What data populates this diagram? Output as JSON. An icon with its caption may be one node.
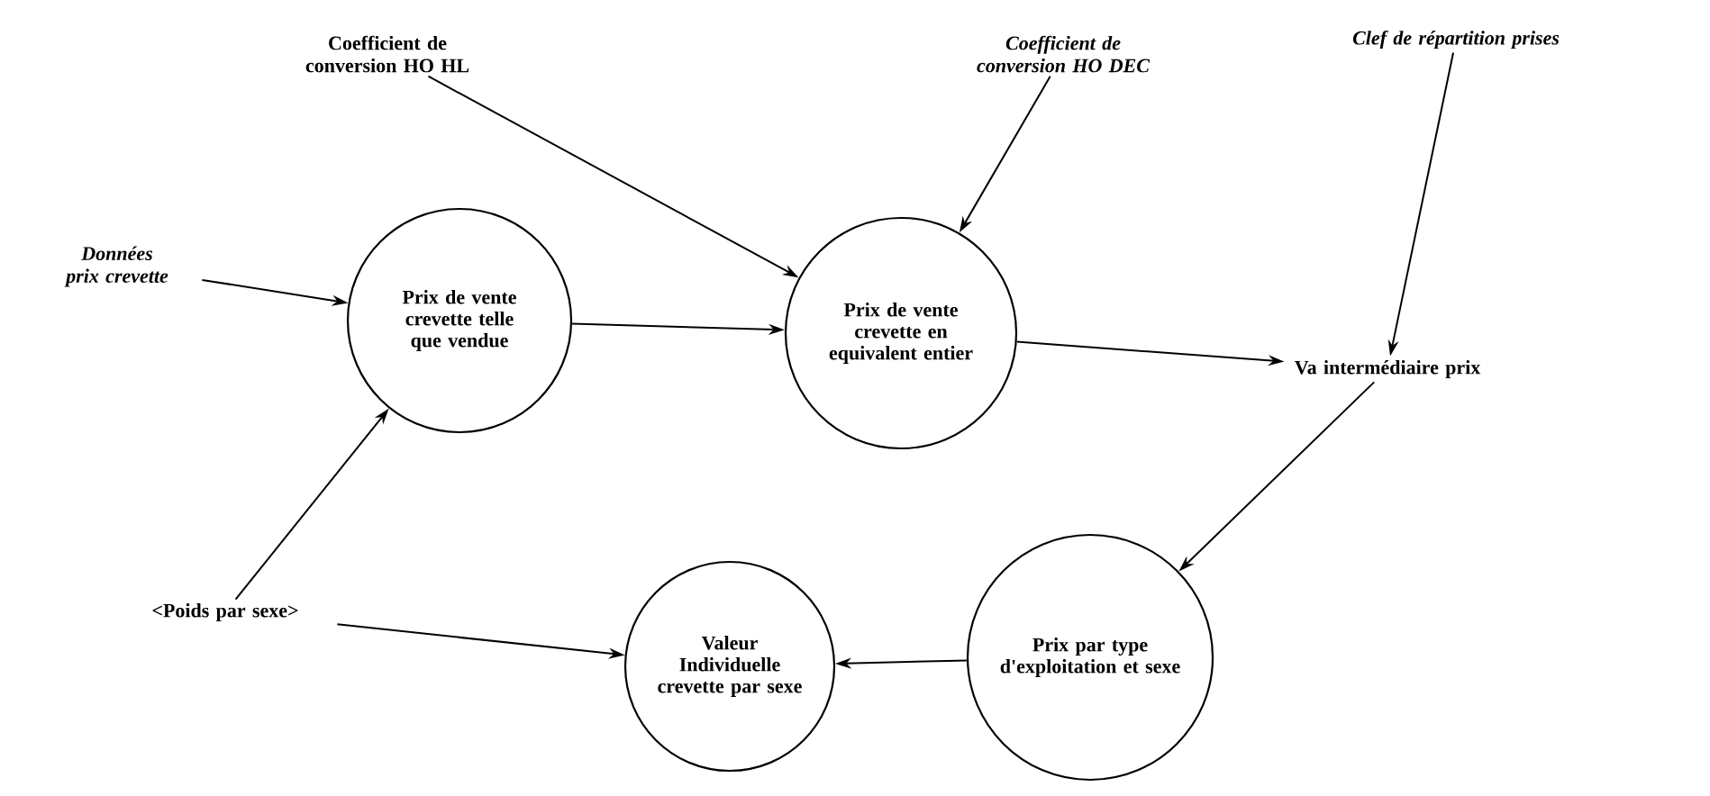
{
  "diagram": {
    "nodes": [
      {
        "text": [
          "Coefficient de conversion HO HL"
        ]
      },
      {
        "text": [
          "Coefficient de conversion HO DEC"
        ]
      },
      {
        "text": [
          "Clef de répartition prises"
        ]
      },
      {
        "text": [
          "Données prix crevette"
        ]
      },
      {
        "text": [
          "Prix de vente crevette telle que vendue"
        ]
      },
      {
        "text": [
          "Prix de vente crevette en equivalent entier"
        ]
      },
      {
        "text": [
          "Va intermédiaire prix"
        ]
      },
      {
        "text": [
          "<Poids par sexe>"
        ]
      },
      {
        "text": [
          "Valeur Individuelle crevette par sexe"
        ]
      },
      {
        "text": [
          "Prix par type d'exploitation et sexe"
        ]
      }
    ],
    "edges": [
      {
        "from": 3,
        "to": 4,
        "arrow": "to"
      },
      {
        "from": 4,
        "to": 5,
        "arrow": "to"
      },
      {
        "from": 0,
        "to": 5,
        "arrow": "to"
      },
      {
        "from": 1,
        "to": 5,
        "arrow": "to"
      },
      {
        "from": 5,
        "to": 6,
        "arrow": "to"
      },
      {
        "from": 2,
        "to": 6,
        "arrow": "to"
      },
      {
        "from": 6,
        "to": 9,
        "arrow": "to"
      },
      {
        "from": 9,
        "to": 8,
        "arrow": "to"
      },
      {
        "from": 7,
        "to": 8,
        "arrow": "to"
      },
      {
        "from": 7,
        "to": 4,
        "arrow": "to"
      }
    ]
  }
}
